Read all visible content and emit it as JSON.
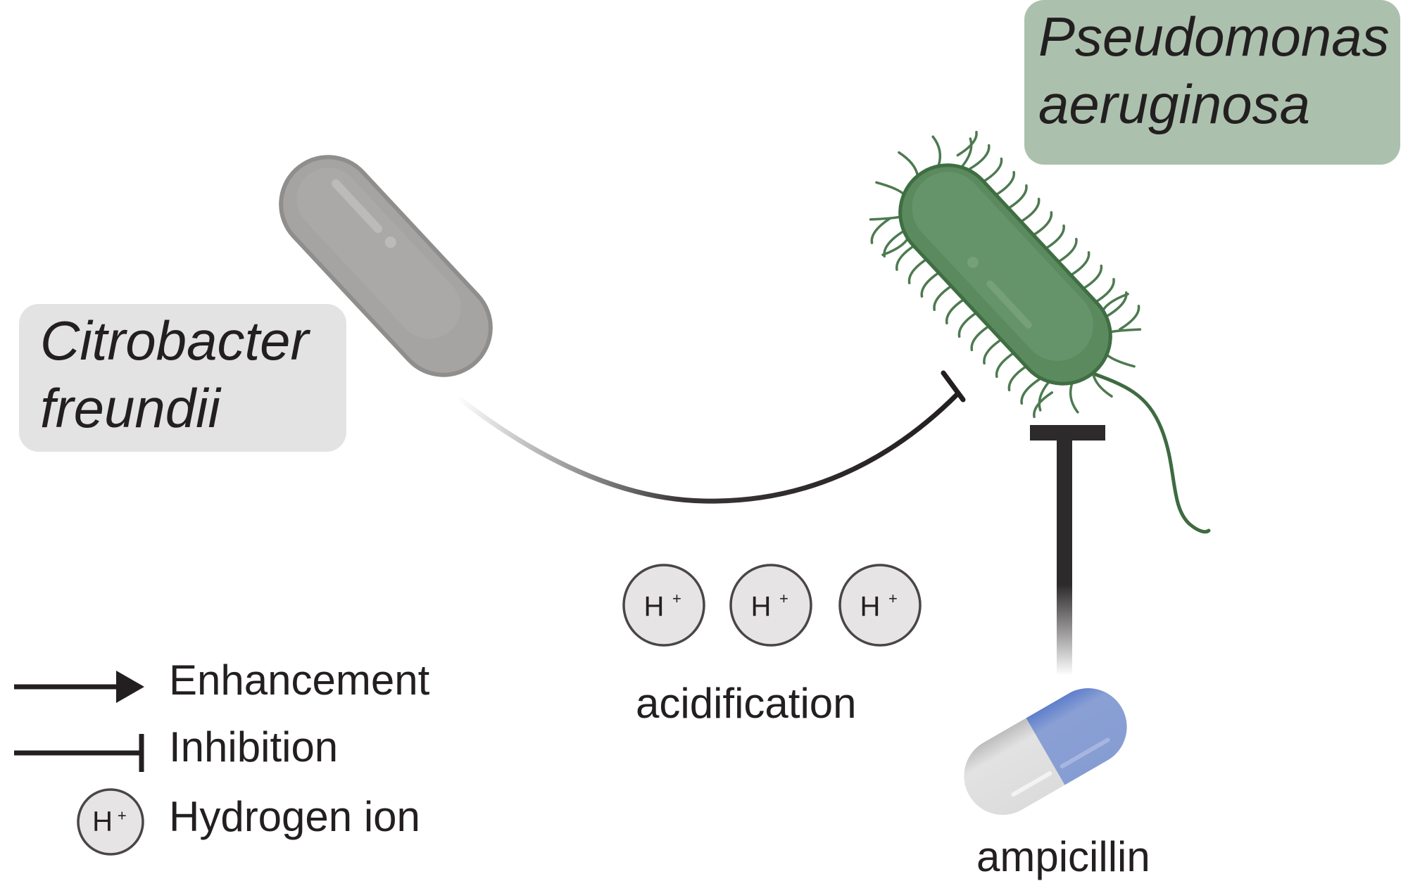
{
  "organisms": {
    "pseudomonas": {
      "line1": "Pseudomonas",
      "line2": "aeruginosa",
      "box_color": "#acc1ad",
      "cell_color": "#5e8d62"
    },
    "citrobacter": {
      "line1": "Citrobacter",
      "line2": "freundii",
      "box_color": "#e3e3e3",
      "cell_color": "#a5a4a2"
    }
  },
  "interactions": [
    {
      "from": "Citrobacter freundii",
      "to": "Pseudomonas aeruginosa",
      "type": "Inhibition"
    },
    {
      "from": "ampicillin",
      "to": "Pseudomonas aeruginosa",
      "type": "Inhibition"
    }
  ],
  "acidification": {
    "label": "acidification",
    "ions": [
      {
        "symbol": "H",
        "charge": "+"
      },
      {
        "symbol": "H",
        "charge": "+"
      },
      {
        "symbol": "H",
        "charge": "+"
      }
    ]
  },
  "drug": {
    "label": "ampicillin",
    "capsule_colors": [
      "#e0e0e0",
      "#8aa0d4"
    ]
  },
  "legend": {
    "items": [
      {
        "symbol": "arrow",
        "label": "Enhancement"
      },
      {
        "symbol": "bar-arrow",
        "label": "Inhibition"
      },
      {
        "symbol": "H+",
        "label": "Hydrogen ion"
      }
    ],
    "ion_symbol": "H",
    "ion_charge": "+"
  }
}
